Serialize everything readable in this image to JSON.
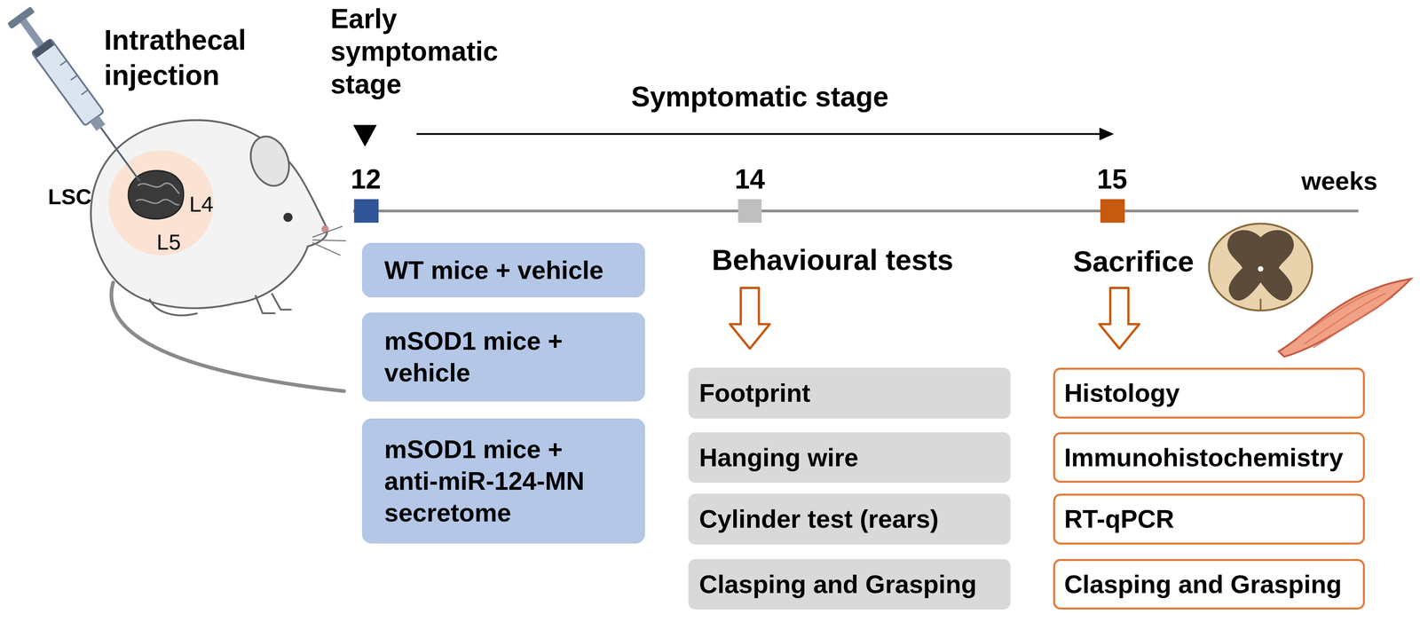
{
  "diagram": {
    "nodes": [
      {
        "text": [
          "WT mice + vehicle"
        ]
      },
      {
        "text": [
          "mSOD1 mice + vehicle"
        ]
      },
      {
        "text": [
          "mSOD1 mice + anti-miR-124-MN secretome"
        ]
      },
      {
        "text": [
          "Footprint"
        ]
      },
      {
        "text": [
          "Hanging wire"
        ]
      },
      {
        "text": [
          "Cylinder test (rears)"
        ]
      },
      {
        "text": [
          "Clasping and Grasping"
        ]
      },
      {
        "text": [
          "Histology"
        ]
      },
      {
        "text": [
          "Immunohistochemistry"
        ]
      },
      {
        "text": [
          "RT-qPCR"
        ]
      },
      {
        "text": [
          "Clasping and Grasping"
        ]
      }
    ],
    "labels": [
      "Intrathecal injection",
      "LSC",
      "L4",
      "L5",
      "Early symptomatic stage",
      "Symptomatic stage",
      "12",
      "14",
      "15",
      "weeks",
      "Behavioural tests",
      "Sacrifice"
    ]
  }
}
